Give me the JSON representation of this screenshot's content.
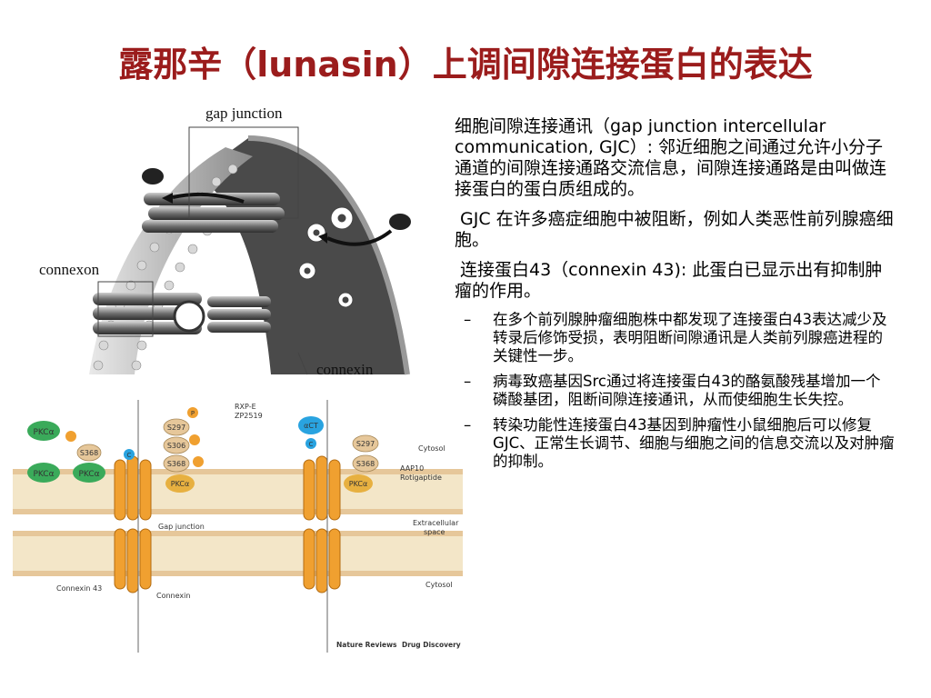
{
  "title": "露那辛（lunasin）上调间隙连接蛋白的表达",
  "figure1": {
    "label_gap_junction": "gap junction",
    "label_connexon": "connexon",
    "label_connexin": "connexin"
  },
  "figure2": {
    "left_pkc_top": "PKCα",
    "left_pkc_bottom": "PKCα",
    "left_pkc_mid": "PKCα",
    "left_pkc_gold": "PKCα",
    "p_label": "P",
    "s297": "S297",
    "s306": "S306",
    "s368": "S368",
    "s368_left": "S368",
    "c_label": "C",
    "rxp": "RXP-E",
    "zp": "ZP2519",
    "act": "αCT",
    "c_right": "C",
    "s297_right": "S297",
    "s368_right": "S368",
    "pkc_right": "PKCα",
    "aap": "AAP10",
    "rotigaptide": "Rotigaptide",
    "cytosol_top": "Cytosol",
    "gap_junction": "Gap junction",
    "extracellular": "Extracellular",
    "space": "space",
    "connexin43": "Connexin 43",
    "connexin": "Connexin",
    "cytosol_bottom": "Cytosol",
    "credit_a": "Nature Reviews",
    "credit_b": "Drug Discovery"
  },
  "bullets": [
    "细胞间隙连接通讯（gap junction intercellular communication, GJC）: 邻近细胞之间通过允许小分子通道的间隙连接通路交流信息，间隙连接通路是由叫做连接蛋白的蛋白质组成的。",
    "GJC 在许多癌症细胞中被阻断，例如人类恶性前列腺癌细胞。",
    "连接蛋白43（connexin 43): 此蛋白已显示出有抑制肿瘤的作用。"
  ],
  "subbullets": [
    "在多个前列腺肿瘤细胞株中都发现了连接蛋白43表达减少及转录后修饰受损，表明阻断间隙通讯是人类前列腺癌进程的关键性一步。",
    "病毒致癌基因Src通过将连接蛋白43的酪氨酸残基增加一个磷酸基团，阻断间隙连接通讯，从而使细胞生长失控。",
    "转染功能性连接蛋白43基因到肿瘤性小鼠细胞后可以修复GJC、正常生长调节、细胞与细胞之间的信息交流以及对肿瘤的抑制。"
  ],
  "dash": "–",
  "colors": {
    "title": "#9b1c1c",
    "orange": "#f0a030",
    "green": "#3aaa5a",
    "tan": "#e6c79a"
  }
}
